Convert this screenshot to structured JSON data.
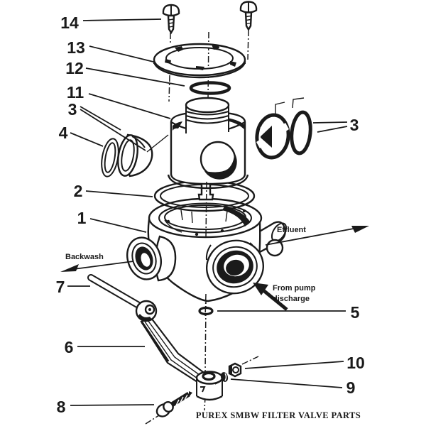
{
  "caption": "PUREX SMBW FILTER VALVE PARTS",
  "flow_labels": {
    "backwash": "Backwash",
    "effluent": "Effluent",
    "from_pump_line1": "From pump",
    "from_pump_line2": "discharge"
  },
  "callouts": {
    "n1": "1",
    "n2": "2",
    "n3_left": "3",
    "n3_right": "3",
    "n4": "4",
    "n5": "5",
    "n6": "6",
    "n7": "7",
    "n8": "8",
    "n9": "9",
    "n10": "10",
    "n11": "11",
    "n12": "12",
    "n13": "13",
    "n14": "14"
  },
  "colors": {
    "ink": "#1a1a1a",
    "paper": "#ffffff"
  }
}
